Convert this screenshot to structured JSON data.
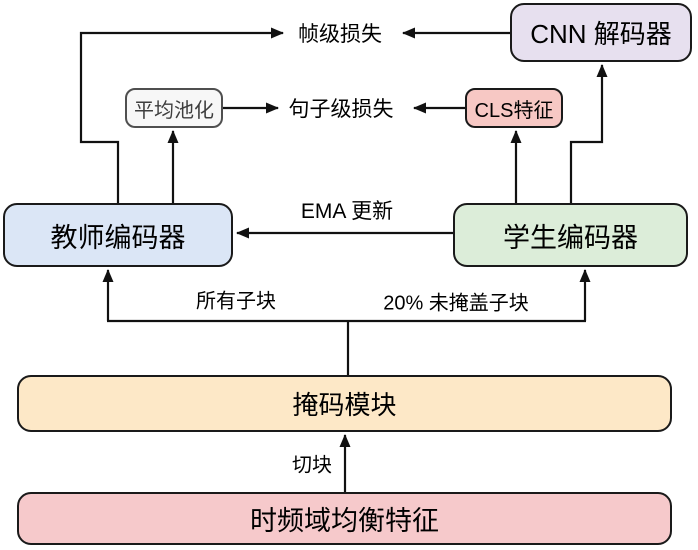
{
  "diagram": {
    "title": "self-distillation masked speech model training diagram",
    "nodes": {
      "cnn_decoder": {
        "label": "CNN 解码器",
        "fill": "#e7e0ef"
      },
      "avg_pooling": {
        "label": "平均池化",
        "fill": "#f7f7f7"
      },
      "cls_feature": {
        "label": "CLS特征",
        "fill": "#f7c8c4"
      },
      "teacher_encoder": {
        "label": "教师编码器",
        "fill": "#dbe6f6"
      },
      "student_encoder": {
        "label": "学生编码器",
        "fill": "#dcedd9"
      },
      "mask_module": {
        "label": "掩码模块",
        "fill": "#fde8c7"
      },
      "tf_balanced_features": {
        "label": "时频域均衡特征",
        "fill": "#f6c9cb"
      }
    },
    "labels": {
      "frame_loss": "帧级损失",
      "sentence_loss": "句子级损失",
      "ema_update": "EMA 更新",
      "all_subblocks": "所有子块",
      "unmasked_subblocks": "20% 未掩盖子块",
      "chunking": "切块"
    },
    "colors": {
      "line": "#111111",
      "border": "#1a1a1a",
      "background": "#ffffff"
    }
  }
}
